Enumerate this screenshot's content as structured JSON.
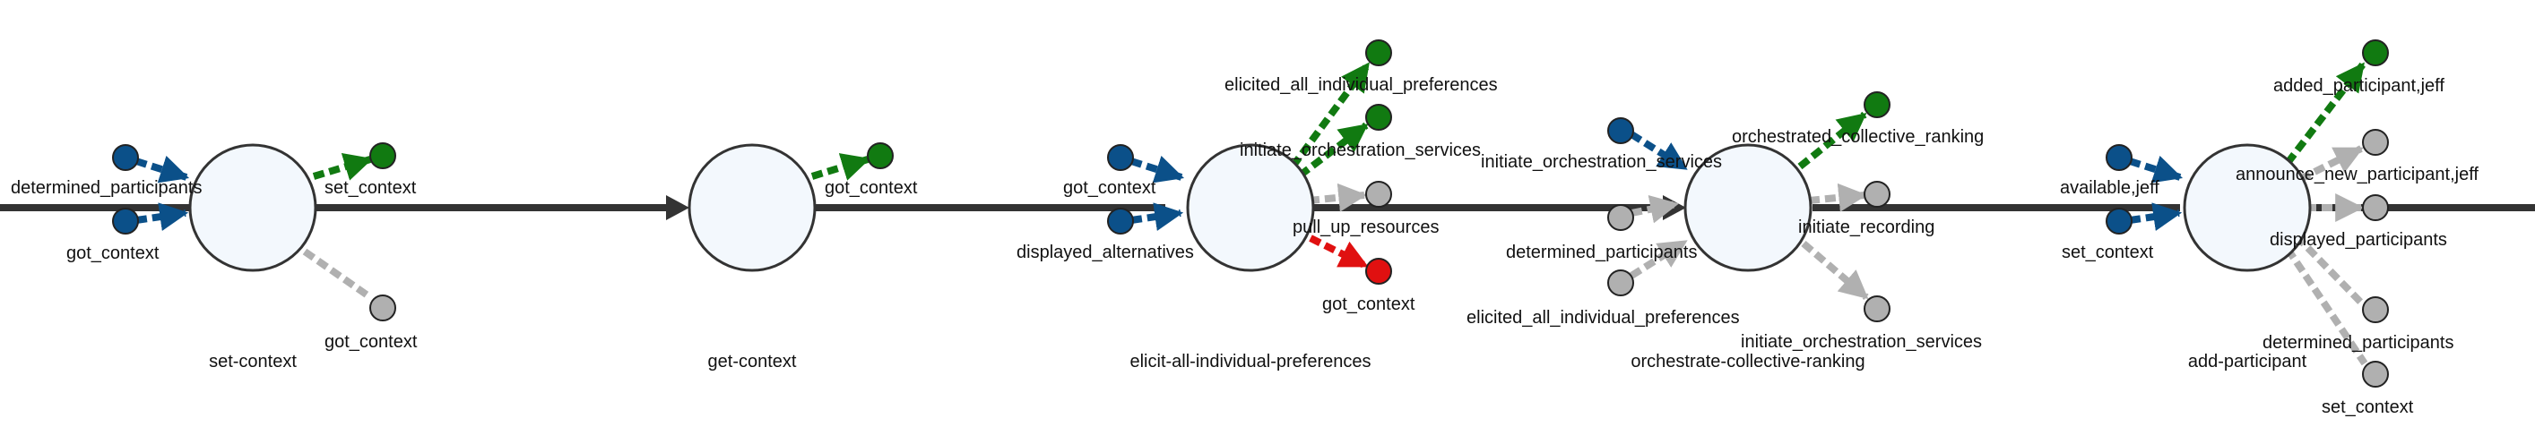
{
  "colors": {
    "timeline": "#333333",
    "blue": "#0b5089",
    "green": "#117a11",
    "gray": "#b0b0b0",
    "red": "#e01010",
    "node_fill": "#f3f8fd",
    "node_stroke": "#333333"
  },
  "steps": [
    {
      "label": "set-context",
      "inputs": [
        "determined_participants",
        "got_context"
      ],
      "outputs": [
        {
          "label": "set_context",
          "status": "green"
        },
        {
          "label": "got_context",
          "status": "gray"
        }
      ]
    },
    {
      "label": "get-context",
      "inputs": [],
      "outputs": [
        {
          "label": "got_context",
          "status": "green"
        }
      ]
    },
    {
      "label": "elicit-all-individual-preferences",
      "inputs": [
        "got_context",
        "displayed_alternatives"
      ],
      "outputs": [
        {
          "label": "elicited_all_individual_preferences",
          "status": "green"
        },
        {
          "label": "initiate_orchestration_services",
          "status": "green"
        },
        {
          "label": "pull_up_resources",
          "status": "gray"
        },
        {
          "label": "got_context",
          "status": "red"
        }
      ]
    },
    {
      "label": "orchestrate-collective-ranking",
      "inputs": [
        "initiate_orchestration_services",
        "determined_participants",
        "elicited_all_individual_preferences"
      ],
      "outputs": [
        {
          "label": "orchestrated_collective_ranking",
          "status": "green"
        },
        {
          "label": "initiate_recording",
          "status": "gray"
        },
        {
          "label": "initiate_orchestration_services",
          "status": "gray"
        }
      ]
    },
    {
      "label": "add-participant",
      "inputs": [
        "available,jeff",
        "set_context"
      ],
      "outputs": [
        {
          "label": "added_participant,jeff",
          "status": "green"
        },
        {
          "label": "announce_new_participant,jeff",
          "status": "gray"
        },
        {
          "label": "displayed_participants",
          "status": "gray"
        },
        {
          "label": "determined_participants",
          "status": "gray"
        },
        {
          "label": "set_context",
          "status": "gray"
        }
      ]
    }
  ]
}
